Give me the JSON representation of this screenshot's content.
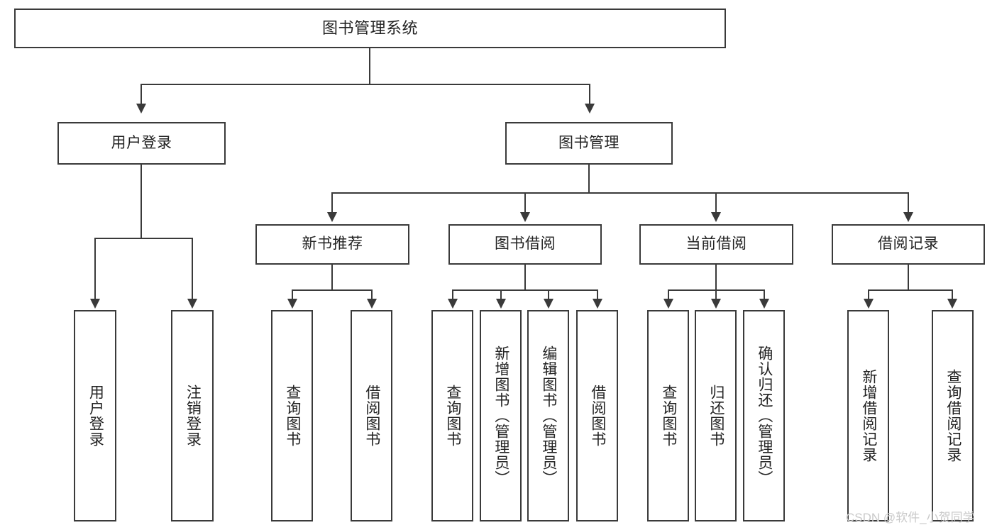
{
  "diagram": {
    "title": "图书管理系统",
    "type": "hierarchical-tree",
    "levels": 4,
    "root": {
      "label": "图书管理系统"
    },
    "level2": [
      {
        "label": "用户登录"
      },
      {
        "label": "图书管理"
      }
    ],
    "level3": [
      {
        "label": "新书推荐"
      },
      {
        "label": "图书借阅"
      },
      {
        "label": "当前借阅"
      },
      {
        "label": "借阅记录"
      }
    ],
    "leaves": {
      "user_login": [
        {
          "label": "用户登录"
        },
        {
          "label": "注销登录"
        }
      ],
      "new_book_recommend": [
        {
          "label": "查询图书"
        },
        {
          "label": "借阅图书"
        }
      ],
      "book_borrow": [
        {
          "label": "查询图书"
        },
        {
          "label": "新增图书（管理员）"
        },
        {
          "label": "编辑图书（管理员）"
        },
        {
          "label": "借阅图书"
        }
      ],
      "current_borrow": [
        {
          "label": "查询图书"
        },
        {
          "label": "归还图书"
        },
        {
          "label": "确认归还（管理员）"
        }
      ],
      "borrow_record": [
        {
          "label": "新增借阅记录"
        },
        {
          "label": "查询借阅记录"
        }
      ]
    }
  },
  "watermark": {
    "text": "CSDN @软件_小贺同学"
  },
  "colors": {
    "stroke": "#3a3a3a",
    "fill": "#ffffff",
    "text": "#222222",
    "watermark": "#c9c9c9"
  }
}
